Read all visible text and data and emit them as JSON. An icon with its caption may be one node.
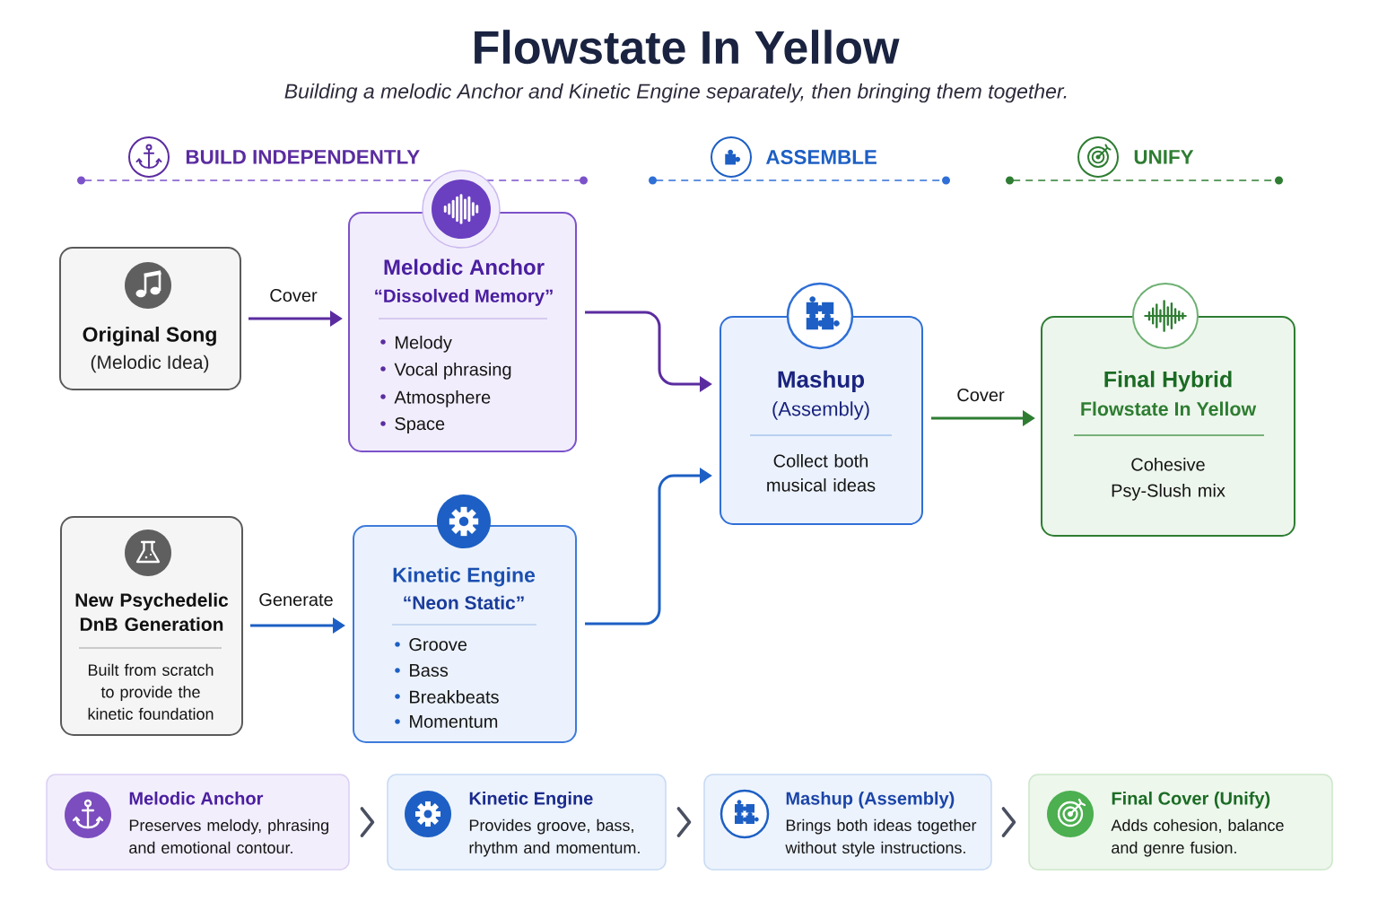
{
  "diagram": {
    "title": "Flowstate In Yellow",
    "caption": "Building a melodic Anchor and Kinetic Engine separately, then bringing them together.",
    "nodes": [
      {
        "text": [
          "Original Song",
          "(Melodic Idea)"
        ]
      },
      {
        "text": [
          "Melodic Anchor",
          "“Dissolved Memory”",
          "Melody",
          "Vocal phrasing",
          "Atmosphere",
          "Space"
        ]
      },
      {
        "text": [
          "New Psychedelic DnB Generation",
          "Built from scratch to provide the kinetic foundation"
        ]
      },
      {
        "text": [
          "Kinetic Engine",
          "“Neon Static”",
          "Groove",
          "Bass",
          "Breakbeats",
          "Momentum"
        ]
      },
      {
        "text": [
          "Mashup",
          "(Assembly)",
          "Collect both musical ideas"
        ]
      },
      {
        "text": [
          "Final Hybrid",
          "Flowstate In Yellow",
          "Cohesive Psy-Slush mix"
        ]
      },
      {
        "text": [
          "Melodic Anchor",
          "Preserves melody, phrasing and emotional contour."
        ]
      },
      {
        "text": [
          "Kinetic Engine",
          "Provides groove, bass, rhythm and momentum."
        ]
      },
      {
        "text": [
          "Mashup (Assembly)",
          "Brings both ideas together without style instructions."
        ]
      },
      {
        "text": [
          "Final Cover (Unify)",
          "Adds cohesion, balance and genre fusion."
        ]
      }
    ],
    "edges": [
      {
        "from": 0,
        "to": 1,
        "arrow": "to",
        "label": "Cover",
        "color": "#5b2ca0"
      },
      {
        "from": 1,
        "to": 4,
        "arrow": "to",
        "color": "#5b2ca0"
      },
      {
        "from": 2,
        "to": 3,
        "arrow": "to",
        "label": "Generate",
        "color": "#1d5fc4"
      },
      {
        "from": 3,
        "to": 4,
        "arrow": "to",
        "color": "#1d5fc4"
      },
      {
        "from": 4,
        "to": 5,
        "arrow": "to",
        "label": "Cover",
        "color": "#2e7d32"
      },
      {
        "from": 6,
        "to": 7,
        "arrow": "to",
        "color": "#4a5060"
      },
      {
        "from": 7,
        "to": 8,
        "arrow": "to",
        "color": "#4a5060"
      },
      {
        "from": 8,
        "to": 9,
        "arrow": "to",
        "color": "#4a5060"
      }
    ],
    "labels": [
      "BUILD INDEPENDENTLY",
      "ASSEMBLE",
      "UNIFY"
    ]
  }
}
